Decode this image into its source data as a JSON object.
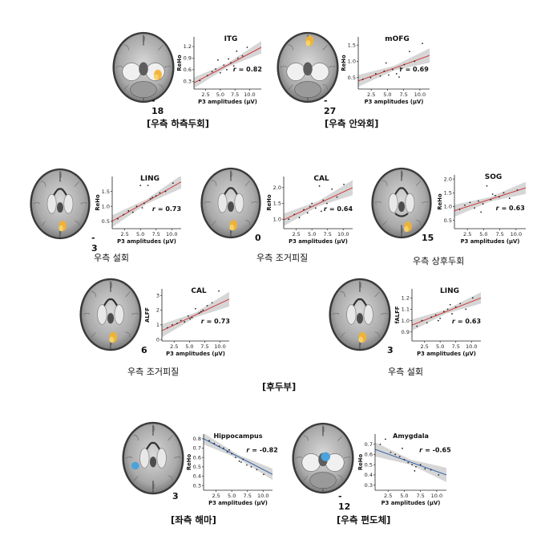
{
  "colors": {
    "positive_line": "#d23a3a",
    "negative_line": "#2f5fa8",
    "ci_band": "#cfcfcf",
    "cluster_positive": "#f2b233",
    "cluster_negative": "#4aa3dc",
    "point": "#222222"
  },
  "captions": {
    "right_itg": "[우측 하측두회]",
    "right_mofg": "[우측 안와회]",
    "right_ling_reho": "우측 설회",
    "right_cal_reho": "우측 조거피질",
    "right_sog": "우측 상후두회",
    "right_cal_alff": "우측 조거피질",
    "right_ling_falff": "우측 설회",
    "occipital_group": "[후두부]",
    "left_hippocampus": "[좌측 해마]",
    "right_amygdala": "[우측 편도체]"
  },
  "chart_data": [
    {
      "id": "itg",
      "type": "scatter",
      "title": "ITG",
      "ylabel": "ReHo",
      "xlabel": "P3 amplitudes (μV)",
      "r_label": "r",
      "r_value": "= 0.82",
      "slice": "- 18",
      "xticks": [
        "2.5",
        "5.0",
        "7.5",
        "10.0"
      ],
      "yticks": [
        "0.3",
        "0.6",
        "0.9",
        "1.2"
      ],
      "xlim": [
        0.5,
        12
      ],
      "ylim": [
        0.1,
        1.45
      ],
      "trend": {
        "x": [
          0.5,
          12
        ],
        "y": [
          0.26,
          1.18
        ]
      },
      "ci_halfwidth": [
        0.14,
        0.05,
        0.16
      ],
      "x": [
        1.5,
        2.8,
        3.6,
        4.2,
        5.0,
        5.6,
        6.1,
        6.8,
        7.3,
        8.0,
        8.8,
        9.6,
        4.6,
        6.4,
        7.8
      ],
      "y": [
        0.32,
        0.45,
        0.55,
        0.62,
        0.52,
        0.72,
        0.6,
        0.78,
        0.7,
        0.9,
        0.96,
        1.18,
        0.85,
        0.88,
        1.08
      ]
    },
    {
      "id": "mofg",
      "type": "scatter",
      "title": "mOFG",
      "ylabel": "ReHo",
      "xlabel": "P3 amplitudes (μV)",
      "r_label": "r",
      "r_value": "= 0.69",
      "slice": "- 27",
      "xticks": [
        "2.5",
        "5.0",
        "7.5",
        "10.0"
      ],
      "yticks": [
        "0.5",
        "1.0",
        "1.5"
      ],
      "xlim": [
        0.5,
        11.5
      ],
      "ylim": [
        0.15,
        1.75
      ],
      "trend": {
        "x": [
          0.5,
          11.5
        ],
        "y": [
          0.4,
          1.18
        ]
      },
      "ci_halfwidth": [
        0.18,
        0.07,
        0.22
      ],
      "x": [
        1.2,
        2.4,
        3.2,
        3.9,
        4.5,
        5.2,
        5.8,
        6.4,
        7.0,
        7.6,
        8.4,
        9.2,
        10.4,
        4.8,
        6.8
      ],
      "y": [
        0.45,
        0.5,
        0.62,
        0.55,
        0.7,
        0.58,
        0.75,
        0.62,
        0.8,
        0.9,
        1.3,
        1.0,
        1.55,
        0.95,
        0.52
      ]
    },
    {
      "id": "ling_reho",
      "type": "scatter",
      "title": "LING",
      "ylabel": "ReHo",
      "xlabel": "P3 amplitudes (μV)",
      "r_label": "r",
      "r_value": "= 0.73",
      "slice": "- 3",
      "xticks": [
        "2.5",
        "5.0",
        "7.5",
        "10.0"
      ],
      "yticks": [
        "0.5",
        "1.0",
        "1.5"
      ],
      "xlim": [
        0.5,
        11.5
      ],
      "ylim": [
        0.25,
        2.0
      ],
      "trend": {
        "x": [
          0.5,
          11.5
        ],
        "y": [
          0.5,
          1.82
        ]
      },
      "ci_halfwidth": [
        0.2,
        0.08,
        0.22
      ],
      "x": [
        1.4,
        2.3,
        3.1,
        3.8,
        4.4,
        5.0,
        5.6,
        6.2,
        6.9,
        7.5,
        8.1,
        9.0,
        10.2,
        5.3,
        6.6
      ],
      "y": [
        0.58,
        0.72,
        0.85,
        0.8,
        1.0,
        1.7,
        1.1,
        1.7,
        1.3,
        1.35,
        1.45,
        1.5,
        1.78,
        0.95,
        1.25
      ]
    },
    {
      "id": "cal_reho",
      "type": "scatter",
      "title": "CAL",
      "ylabel": "ReHo",
      "xlabel": "P3 amplitudes (μV)",
      "r_label": "r",
      "r_value": "= 0.64",
      "slice": "0",
      "xticks": [
        "2.5",
        "5.0",
        "7.5",
        "10.0"
      ],
      "yticks": [
        "1.0",
        "1.5",
        "2.0"
      ],
      "xlim": [
        0.5,
        11.5
      ],
      "ylim": [
        0.7,
        2.35
      ],
      "trend": {
        "x": [
          0.5,
          11.5
        ],
        "y": [
          0.98,
          2.0
        ]
      },
      "ci_halfwidth": [
        0.2,
        0.08,
        0.24
      ],
      "x": [
        1.3,
        2.2,
        3.0,
        3.7,
        4.3,
        5.0,
        5.6,
        6.2,
        6.8,
        7.4,
        8.2,
        9.0,
        10.1,
        4.7,
        6.5
      ],
      "y": [
        1.0,
        1.15,
        1.05,
        1.3,
        1.2,
        1.5,
        1.35,
        2.05,
        1.6,
        1.5,
        1.95,
        1.7,
        2.1,
        1.4,
        1.25
      ]
    },
    {
      "id": "sog",
      "type": "scatter",
      "title": "SOG",
      "ylabel": "ReHo",
      "xlabel": "P3 amplitudes (μV)",
      "r_label": "r",
      "r_value": "= 0.63",
      "slice": "15",
      "xticks": [
        "2.5",
        "5.0",
        "7.5",
        "10.0"
      ],
      "yticks": [
        "0.5",
        "1.0",
        "1.5",
        "2.0"
      ],
      "xlim": [
        0.5,
        11.5
      ],
      "ylim": [
        0.2,
        2.15
      ],
      "trend": {
        "x": [
          0.5,
          11.5
        ],
        "y": [
          0.85,
          1.68
        ]
      },
      "ci_halfwidth": [
        0.22,
        0.08,
        0.22
      ],
      "x": [
        1.3,
        2.1,
        2.9,
        3.6,
        4.2,
        4.9,
        5.5,
        6.1,
        6.8,
        7.4,
        8.1,
        9.0,
        10.2,
        4.6,
        6.4
      ],
      "y": [
        0.9,
        1.05,
        1.15,
        0.95,
        1.2,
        1.1,
        1.75,
        1.25,
        1.4,
        1.35,
        1.5,
        1.3,
        1.6,
        0.8,
        1.45
      ]
    },
    {
      "id": "cal_alff",
      "type": "scatter",
      "title": "CAL",
      "ylabel": "ALFF",
      "xlabel": "P3 amplitudes (μV)",
      "r_label": "r",
      "r_value": "= 0.73",
      "slice": "6",
      "xticks": [
        "2.5",
        "5.0",
        "7.5",
        "10.0"
      ],
      "yticks": [
        "0",
        "1",
        "2",
        "3"
      ],
      "xlim": [
        0.5,
        11.5
      ],
      "ylim": [
        -0.1,
        3.45
      ],
      "trend": {
        "x": [
          0.5,
          11.5
        ],
        "y": [
          0.6,
          2.75
        ]
      },
      "ci_halfwidth": [
        0.45,
        0.16,
        0.5
      ],
      "x": [
        1.4,
        2.2,
        3.0,
        3.6,
        4.2,
        4.8,
        5.4,
        6.0,
        6.6,
        7.2,
        7.9,
        8.7,
        9.8,
        5.1,
        6.9
      ],
      "y": [
        0.8,
        1.0,
        1.1,
        1.3,
        1.2,
        1.6,
        1.5,
        2.1,
        1.8,
        2.0,
        2.3,
        2.5,
        3.3,
        1.4,
        1.9
      ]
    },
    {
      "id": "ling_falff",
      "type": "scatter",
      "title": "LING",
      "ylabel": "fALFF",
      "xlabel": "P3 amplitudes (μV)",
      "r_label": "r",
      "r_value": "= 0.63",
      "slice": "3",
      "xticks": [
        "2.5",
        "5.0",
        "7.5",
        "10.0"
      ],
      "yticks": [
        "0.9",
        "1.0",
        "1.1",
        "1.2"
      ],
      "xlim": [
        0.5,
        11.5
      ],
      "ylim": [
        0.82,
        1.28
      ],
      "trend": {
        "x": [
          0.5,
          11.5
        ],
        "y": [
          0.96,
          1.2
        ]
      },
      "ci_halfwidth": [
        0.05,
        0.018,
        0.05
      ],
      "x": [
        1.3,
        2.1,
        2.9,
        3.6,
        4.3,
        5.0,
        5.6,
        6.2,
        6.9,
        7.5,
        8.2,
        9.1,
        10.2,
        4.7,
        6.6
      ],
      "y": [
        0.95,
        1.0,
        0.98,
        1.03,
        1.05,
        1.02,
        1.08,
        1.1,
        1.06,
        1.12,
        1.15,
        1.1,
        1.2,
        1.0,
        1.14
      ]
    },
    {
      "id": "hippocampus",
      "type": "scatter",
      "title": "Hippocampus",
      "ylabel": "ReHo",
      "xlabel": "P3 amplitudes (μV)",
      "r_label": "r",
      "r_value": "= -0.82",
      "slice": "3",
      "xticks": [
        "2.5",
        "5.0",
        "7.5",
        "10.0"
      ],
      "yticks": [
        "0.3",
        "0.4",
        "0.5",
        "0.6",
        "0.7",
        "0.8"
      ],
      "xlim": [
        0.5,
        11.5
      ],
      "ylim": [
        0.25,
        0.85
      ],
      "trend": {
        "x": [
          0.5,
          11.5
        ],
        "y": [
          0.8,
          0.42
        ]
      },
      "ci_halfwidth": [
        0.06,
        0.02,
        0.06
      ],
      "x": [
        1.4,
        2.2,
        3.0,
        3.7,
        4.3,
        5.0,
        5.6,
        6.2,
        6.8,
        7.4,
        8.1,
        9.0,
        10.1,
        4.6,
        6.5
      ],
      "y": [
        0.78,
        0.75,
        0.72,
        0.7,
        0.66,
        0.64,
        0.6,
        0.56,
        0.58,
        0.52,
        0.5,
        0.47,
        0.42,
        0.68,
        0.55
      ]
    },
    {
      "id": "amygdala",
      "type": "scatter",
      "title": "Amygdala",
      "ylabel": "ReHo",
      "xlabel": "P3 amplitudes (μV)",
      "r_label": "r",
      "r_value": "= -0.65",
      "slice": "- 12",
      "xticks": [
        "2.5",
        "5.0",
        "7.5",
        "10.0"
      ],
      "yticks": [
        "0.3",
        "0.4",
        "0.5",
        "0.6",
        "0.7"
      ],
      "xlim": [
        0.5,
        11.5
      ],
      "ylim": [
        0.25,
        0.8
      ],
      "trend": {
        "x": [
          0.5,
          11.5
        ],
        "y": [
          0.65,
          0.4
        ]
      },
      "ci_halfwidth": [
        0.07,
        0.025,
        0.07
      ],
      "x": [
        1.3,
        2.1,
        2.9,
        3.6,
        4.3,
        5.0,
        5.6,
        6.2,
        6.8,
        7.5,
        8.2,
        9.1,
        10.3,
        4.7,
        6.6
      ],
      "y": [
        0.7,
        0.75,
        0.62,
        0.6,
        0.58,
        0.55,
        0.52,
        0.5,
        0.48,
        0.5,
        0.46,
        0.45,
        0.4,
        0.66,
        0.44
      ]
    }
  ]
}
